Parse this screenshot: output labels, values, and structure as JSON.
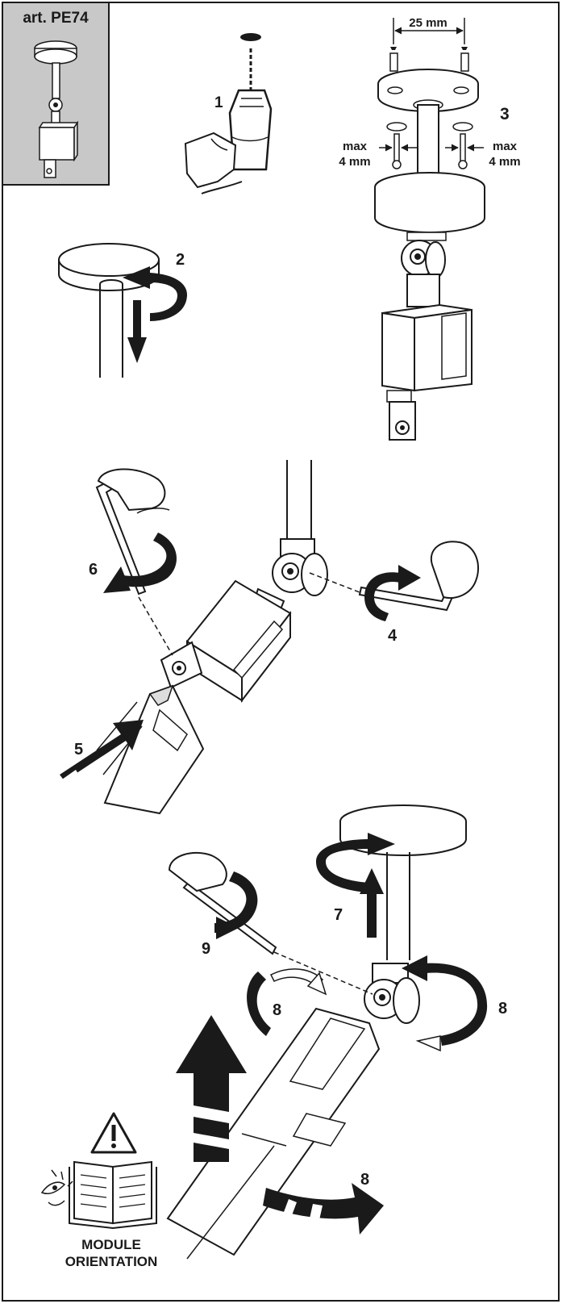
{
  "header": {
    "article_label": "art. PE74"
  },
  "steps": {
    "drill": "1",
    "unscrew": "2",
    "mount": "3",
    "tighten_joint": "4",
    "insert_profile": "5",
    "lock_screw": "6",
    "rotate": "7",
    "orient_right": "8",
    "orient_left": "8",
    "orient_bottom": "8",
    "final_tighten": "9"
  },
  "dimensions": {
    "hole_spacing": "25 mm",
    "max_left_line1": "max",
    "max_left_line2": "4 mm",
    "max_right_line1": "max",
    "max_right_line2": "4 mm"
  },
  "notice": {
    "line1": "MODULE",
    "line2": "ORIENTATION"
  },
  "icons": [
    "warning-triangle-icon",
    "manual-book-icon",
    "eye-icon",
    "arrow-icon",
    "hex-key-icon",
    "drill-icon"
  ],
  "colors": {
    "ink": "#1a1a1a",
    "thumb_bg": "#c8c8c8",
    "paper": "#ffffff"
  }
}
